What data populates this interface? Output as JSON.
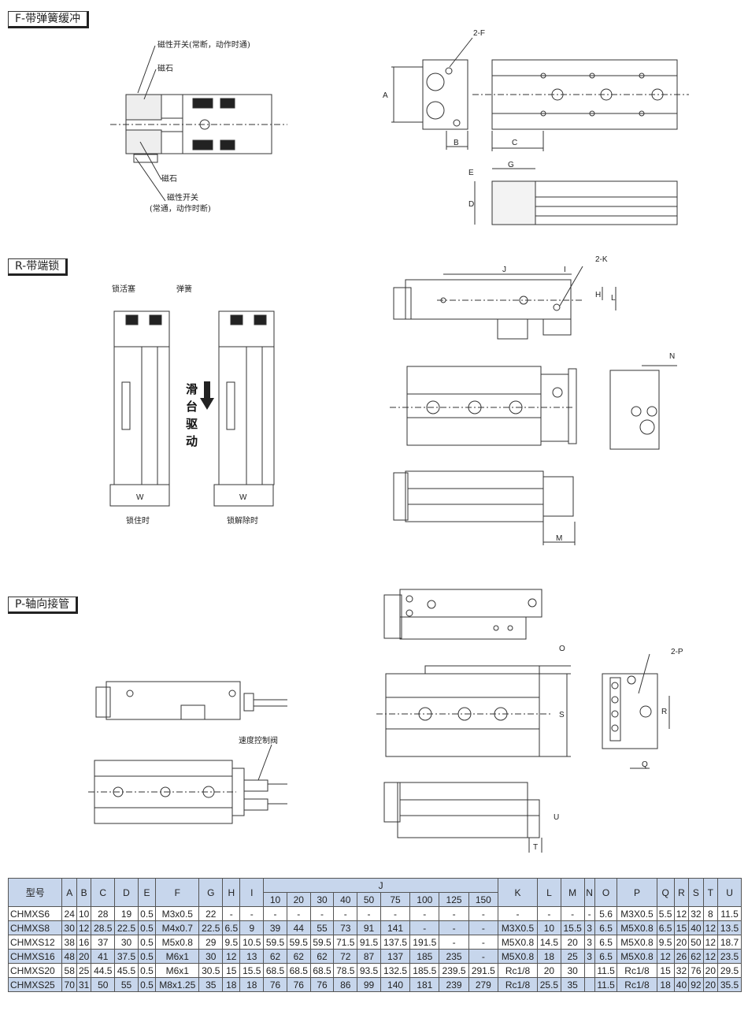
{
  "sections": {
    "f": "F-带弹簧缓冲",
    "r": "R-带端锁",
    "p": "P-轴向接管"
  },
  "labels": {
    "f_switch_nc": "磁性开关(常断，动作时通)",
    "f_magnet_top": "磁石",
    "f_magnet_bottom": "磁石",
    "f_switch_no": "磁性开关",
    "f_switch_no_note": "(常通，动作时断)",
    "r_piston": "锁活塞",
    "r_spring": "弹簧",
    "r_drive_1": "滑",
    "r_drive_2": "台",
    "r_drive_3": "驱",
    "r_drive_4": "动",
    "r_locked": "锁住时",
    "r_unlocked": "锁解除时",
    "r_w1": "W",
    "r_w2": "W",
    "p_speed_valve": "速度控制阀"
  },
  "dims": {
    "f2": "2-F",
    "a": "A",
    "b": "B",
    "c": "C",
    "e": "E",
    "g": "G",
    "d": "D",
    "j": "J",
    "i": "I",
    "k2": "2-K",
    "h": "H",
    "l": "L",
    "n": "N",
    "m": "M",
    "o": "O",
    "p2": "2-P",
    "s": "S",
    "r": "R",
    "q": "Q",
    "u": "U",
    "t": "T"
  },
  "table": {
    "h_model": "型号",
    "h_cols_before": [
      "A",
      "B",
      "C",
      "D",
      "E",
      "F",
      "G",
      "H",
      "I"
    ],
    "h_j": "J",
    "h_j_sub": [
      "10",
      "20",
      "30",
      "40",
      "50",
      "75",
      "100",
      "125",
      "150"
    ],
    "h_cols_after": [
      "K",
      "L",
      "M",
      "N",
      "O",
      "P",
      "Q",
      "R",
      "S",
      "T",
      "U"
    ],
    "rows": [
      [
        "CHMXS6",
        "24",
        "10",
        "28",
        "19",
        "0.5",
        "M3x0.5",
        "22",
        "-",
        "-",
        "-",
        "-",
        "-",
        "-",
        "-",
        "-",
        "-",
        "-",
        "-",
        "-",
        "-",
        "-",
        "-",
        "5.6",
        "M3X0.5",
        "5.5",
        "12",
        "32",
        "8",
        "11.5"
      ],
      [
        "CHMXS8",
        "30",
        "12",
        "28.5",
        "22.5",
        "0.5",
        "M4x0.7",
        "22.5",
        "6.5",
        "9",
        "39",
        "44",
        "55",
        "73",
        "91",
        "141",
        "-",
        "-",
        "-",
        "M3X0.5",
        "10",
        "15.5",
        "3",
        "6.5",
        "M5X0.8",
        "6.5",
        "15",
        "40",
        "12",
        "13.5"
      ],
      [
        "CHMXS12",
        "38",
        "16",
        "37",
        "30",
        "0.5",
        "M5x0.8",
        "29",
        "9.5",
        "10.5",
        "59.5",
        "59.5",
        "59.5",
        "71.5",
        "91.5",
        "137.5",
        "191.5",
        "-",
        "-",
        "M5X0.8",
        "14.5",
        "20",
        "3",
        "6.5",
        "M5X0.8",
        "9.5",
        "20",
        "50",
        "12",
        "18.7"
      ],
      [
        "CHMXS16",
        "48",
        "20",
        "41",
        "37.5",
        "0.5",
        "M6x1",
        "30",
        "12",
        "13",
        "62",
        "62",
        "62",
        "72",
        "87",
        "137",
        "185",
        "235",
        "-",
        "M5X0.8",
        "18",
        "25",
        "3",
        "6.5",
        "M5X0.8",
        "12",
        "26",
        "62",
        "12",
        "23.5"
      ],
      [
        "CHMXS20",
        "58",
        "25",
        "44.5",
        "45.5",
        "0.5",
        "M6x1",
        "30.5",
        "15",
        "15.5",
        "68.5",
        "68.5",
        "68.5",
        "78.5",
        "93.5",
        "132.5",
        "185.5",
        "239.5",
        "291.5",
        "Rc1/8",
        "20",
        "30",
        "",
        "11.5",
        "Rc1/8",
        "15",
        "32",
        "76",
        "20",
        "29.5"
      ],
      [
        "CHMXS25",
        "70",
        "31",
        "50",
        "55",
        "0.5",
        "M8x1.25",
        "35",
        "18",
        "18",
        "76",
        "76",
        "76",
        "86",
        "99",
        "140",
        "181",
        "239",
        "279",
        "Rc1/8",
        "25.5",
        "35",
        "",
        "11.5",
        "Rc1/8",
        "18",
        "40",
        "92",
        "20",
        "35.5"
      ]
    ]
  }
}
